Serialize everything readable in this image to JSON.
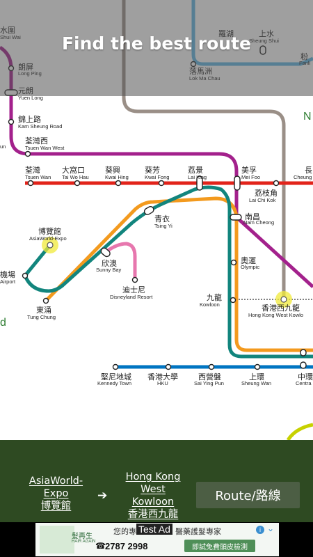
{
  "header": {
    "title": "Find the best route"
  },
  "map": {
    "stations": {
      "shui_wai": {
        "zh": "水圍",
        "en": "Shui Wai"
      },
      "long_ping": {
        "zh": "朗屏",
        "en": "Long Ping"
      },
      "yuen_long": {
        "zh": "元朗",
        "en": "Yuen Long"
      },
      "kam_sheung_road": {
        "zh": "錦上路",
        "en": "Kam Sheung Road"
      },
      "tsuen_wan_west": {
        "zh": "荃灣西",
        "en": "Tsuen Wan West"
      },
      "un": {
        "en": "un"
      },
      "tsuen_wan": {
        "zh": "荃灣",
        "en": "Tsuen Wan"
      },
      "tai_wo_hau": {
        "zh": "大窩口",
        "en": "Tai Wo Hau"
      },
      "kwai_hing": {
        "zh": "葵興",
        "en": "Kwai Hing"
      },
      "kwai_fong": {
        "zh": "葵芳",
        "en": "Kwai Fong"
      },
      "lai_king": {
        "zh": "荔景",
        "en": "Lai King"
      },
      "mei_foo": {
        "zh": "美孚",
        "en": "Mei Foo"
      },
      "cheung": {
        "zh": "長",
        "en": "Cheung"
      },
      "lai_chi_kok": {
        "zh": "荔枝角",
        "en": "Lai Chi Kok"
      },
      "nam_cheong": {
        "zh": "南昌",
        "en": "Nam Cheong"
      },
      "tsing_yi": {
        "zh": "青衣",
        "en": "Tsing Yi"
      },
      "asiaworld_expo": {
        "zh": "博覽館",
        "en": "AsiaWorld-Expo"
      },
      "sunny_bay": {
        "zh": "欣澳",
        "en": "Sunny Bay"
      },
      "disneyland": {
        "zh": "迪士尼",
        "en": "Disneyland Resort"
      },
      "airport": {
        "zh": "機場",
        "en": "Airport"
      },
      "tung_chung": {
        "zh": "東涌",
        "en": "Tung Chung"
      },
      "olympic": {
        "zh": "奧運",
        "en": "Olympic"
      },
      "kowloon": {
        "zh": "九龍",
        "en": "Kowloon"
      },
      "hk_west_kowloon": {
        "zh": "香港西九龍",
        "en": "Hong Kong West Kowlo"
      },
      "lok_ma_chau": {
        "zh": "落馬洲",
        "en": "Lok Ma Chau"
      },
      "lo_wu": {
        "zh": "羅湖",
        "en": ""
      },
      "sheung_shui": {
        "zh": "上水",
        "en": "Sheung Shui"
      },
      "fanling": {
        "zh": "粉",
        "en": "Fanli"
      },
      "kennedy_town": {
        "zh": "堅尼地城",
        "en": "Kennedy Town"
      },
      "hku": {
        "zh": "香港大學",
        "en": "HKU"
      },
      "sai_ying_pun": {
        "zh": "西營盤",
        "en": "Sai Ying Pun"
      },
      "sheung_wan": {
        "zh": "上環",
        "en": "Sheung Wan"
      },
      "central": {
        "zh": "中環",
        "en": "Centra"
      }
    },
    "region_letters": {
      "n": "N",
      "d": "d"
    },
    "colors": {
      "west_rail": "#a3218c",
      "tsuen_wan_line": "#e2231a",
      "tung_chung_line": "#f39a1e",
      "airport_express": "#12857d",
      "disneyland_line": "#e777ae",
      "east_rail": "#5eb6e4",
      "island_line": "#0075c2",
      "express_rail": "#9a8f87",
      "tseung_kwan_o": "#c7d100",
      "highlight": "#f0ea3a"
    }
  },
  "panel": {
    "from_en": "AsiaWorld-Expo",
    "from_zh": "博覽館",
    "arrow": "➔",
    "to_en": "Hong Kong West Kowloon",
    "to_zh": "香港西九龍",
    "route_button": "Route/路線"
  },
  "ad": {
    "label": "Test Ad",
    "line1": "您的專",
    "line1b": "醫藥護髮專家",
    "brand": "髮再生",
    "brand_en": "HAIR AGAIN",
    "phone": "2787 2998",
    "cta": "即試免費頭皮檢測",
    "info": "i",
    "chevron": "⌄"
  }
}
